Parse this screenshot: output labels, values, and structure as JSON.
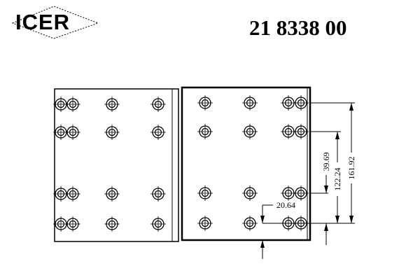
{
  "brand": "ICER",
  "part_number": "21 8338 00",
  "dimensions": {
    "d1": "161.92",
    "d2": "122.24",
    "d3": "39.69",
    "d4": "20.64"
  }
}
